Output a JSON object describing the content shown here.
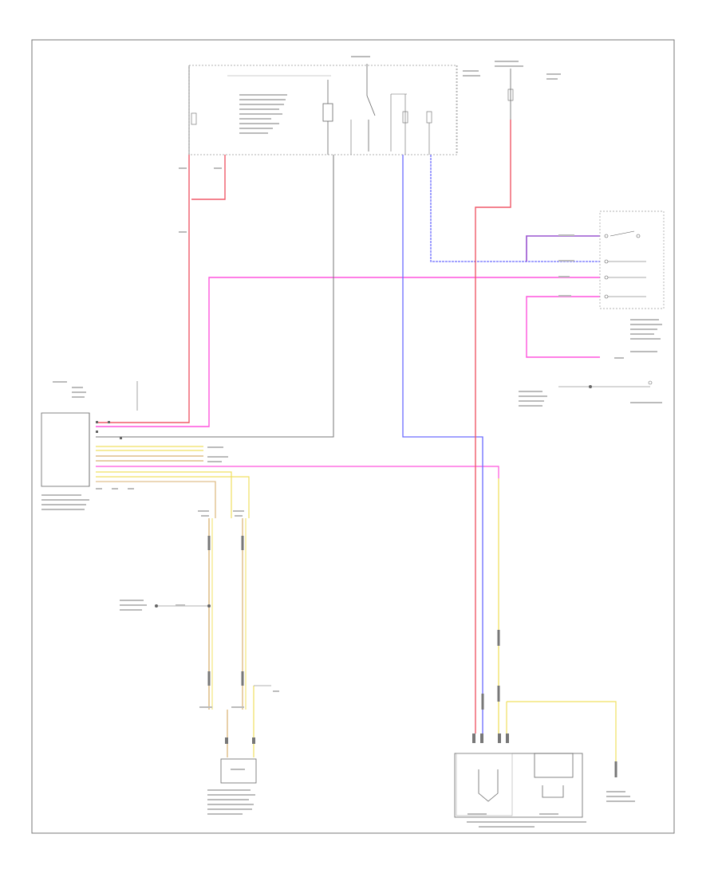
{
  "diagram": {
    "type": "automotive wiring schematic",
    "wire_colors": {
      "red": "#f05a6a",
      "pink": "#ff55dd",
      "blue": "#6a6aff",
      "violet": "#9a55d0",
      "yellow": "#f0e060",
      "tan": "#d8b070",
      "gray": "#888888",
      "black": "#333333"
    },
    "background": "#ffffff",
    "components": [
      "fuse-relay-box",
      "hot-at-all-times-fuse",
      "steering-column-switch",
      "ground-point",
      "electronic-control-module",
      "connector-block",
      "motor-unit",
      "control-module-bottom"
    ]
  }
}
